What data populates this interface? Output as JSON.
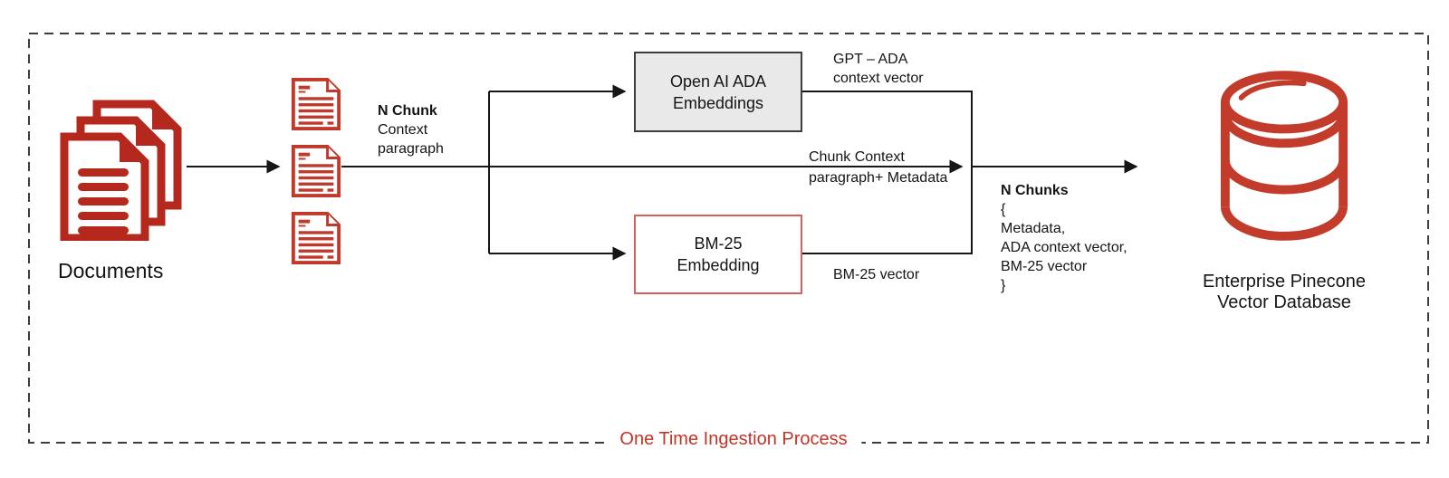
{
  "diagram": {
    "footer": "One Time Ingestion Process",
    "colors": {
      "document_red": "#b4281d",
      "chunk_doc_red": "#c0392b",
      "database_red": "#c23b2b",
      "bm25_border_red": "#d9605a",
      "footer_text_red": "#c23527",
      "ada_box_fill": "#e9e9e9",
      "line_black": "#161616"
    },
    "documents": {
      "label": "Documents"
    },
    "chunk_label": {
      "line1": "N Chunk",
      "line2": "Context",
      "line3": "paragraph"
    },
    "ada_box": {
      "line1": "Open AI ADA",
      "line2": "Embeddings"
    },
    "ada_output_label": {
      "line1": "GPT – ADA",
      "line2": "context vector"
    },
    "middle_label": {
      "line1": "Chunk Context",
      "line2": "paragraph+ Metadata"
    },
    "bm25_box": {
      "line1": "BM-25",
      "line2": "Embedding"
    },
    "bm25_output_label": {
      "label": "BM-25 vector"
    },
    "nchunks_block": {
      "lines": [
        "N Chunks",
        "{",
        "Metadata,",
        "ADA context vector,",
        "BM-25 vector",
        "}"
      ]
    },
    "database": {
      "line1": "Enterprise Pinecone",
      "line2": "Vector Database"
    }
  }
}
